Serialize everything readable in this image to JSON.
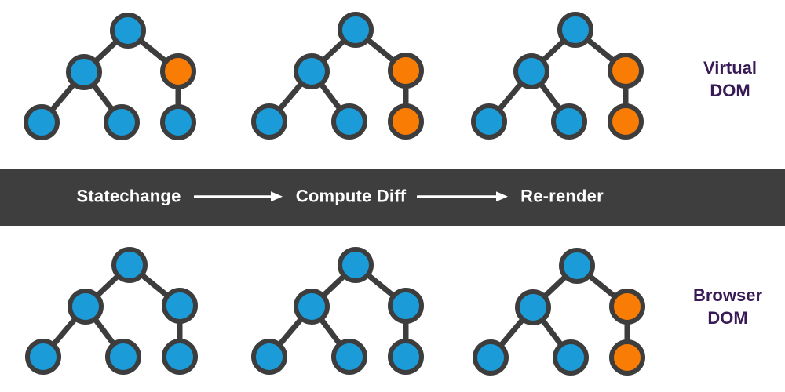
{
  "colors": {
    "blue": "#1b9cd8",
    "orange": "#f97d05",
    "outline": "#3d3d3d",
    "banner_bg": "#3e3e3e",
    "label_text": "#371a56",
    "step_text": "#ffffff",
    "arrow": "#ffffff"
  },
  "banner": {
    "steps": [
      "Statechange",
      "Compute Diff",
      "Re-render"
    ]
  },
  "labels": {
    "virtual": {
      "line1": "Virtual",
      "line2": "DOM"
    },
    "browser": {
      "line1": "Browser",
      "line2": "DOM"
    }
  },
  "trees": [
    {
      "row": "virtual-dom",
      "nodes": [
        "blue",
        "blue",
        "orange",
        "blue",
        "blue",
        "blue"
      ]
    },
    {
      "row": "virtual-dom",
      "nodes": [
        "blue",
        "blue",
        "orange",
        "blue",
        "blue",
        "orange"
      ]
    },
    {
      "row": "virtual-dom",
      "nodes": [
        "blue",
        "blue",
        "orange",
        "blue",
        "blue",
        "orange"
      ]
    },
    {
      "row": "browser-dom",
      "nodes": [
        "blue",
        "blue",
        "blue",
        "blue",
        "blue",
        "blue"
      ]
    },
    {
      "row": "browser-dom",
      "nodes": [
        "blue",
        "blue",
        "blue",
        "blue",
        "blue",
        "blue"
      ]
    },
    {
      "row": "browser-dom",
      "nodes": [
        "blue",
        "blue",
        "orange",
        "blue",
        "blue",
        "orange"
      ]
    }
  ]
}
